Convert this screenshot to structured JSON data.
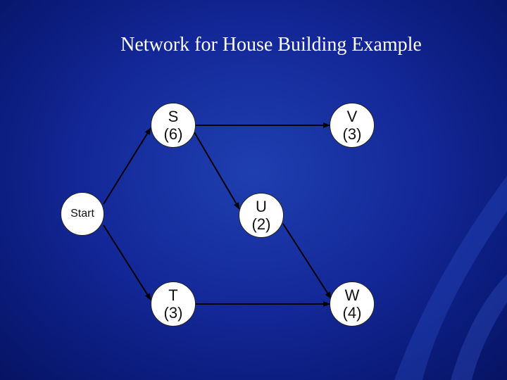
{
  "slide": {
    "title": "Network for House Building Example"
  },
  "colors": {
    "background": "#14299a",
    "node_fill": "#ffffff",
    "edge": "#000000",
    "title_text": "#ffffff"
  },
  "nodes": [
    {
      "id": "start",
      "label": "Start"
    },
    {
      "id": "S",
      "label": "S",
      "duration": "(6)"
    },
    {
      "id": "T",
      "label": "T",
      "duration": "(3)"
    },
    {
      "id": "U",
      "label": "U",
      "duration": "(2)"
    },
    {
      "id": "V",
      "label": "V",
      "duration": "(3)"
    },
    {
      "id": "W",
      "label": "W",
      "duration": "(4)"
    }
  ],
  "edges": [
    {
      "from": "start",
      "to": "S"
    },
    {
      "from": "start",
      "to": "T"
    },
    {
      "from": "S",
      "to": "V"
    },
    {
      "from": "S",
      "to": "U"
    },
    {
      "from": "T",
      "to": "W"
    },
    {
      "from": "U",
      "to": "W"
    }
  ]
}
